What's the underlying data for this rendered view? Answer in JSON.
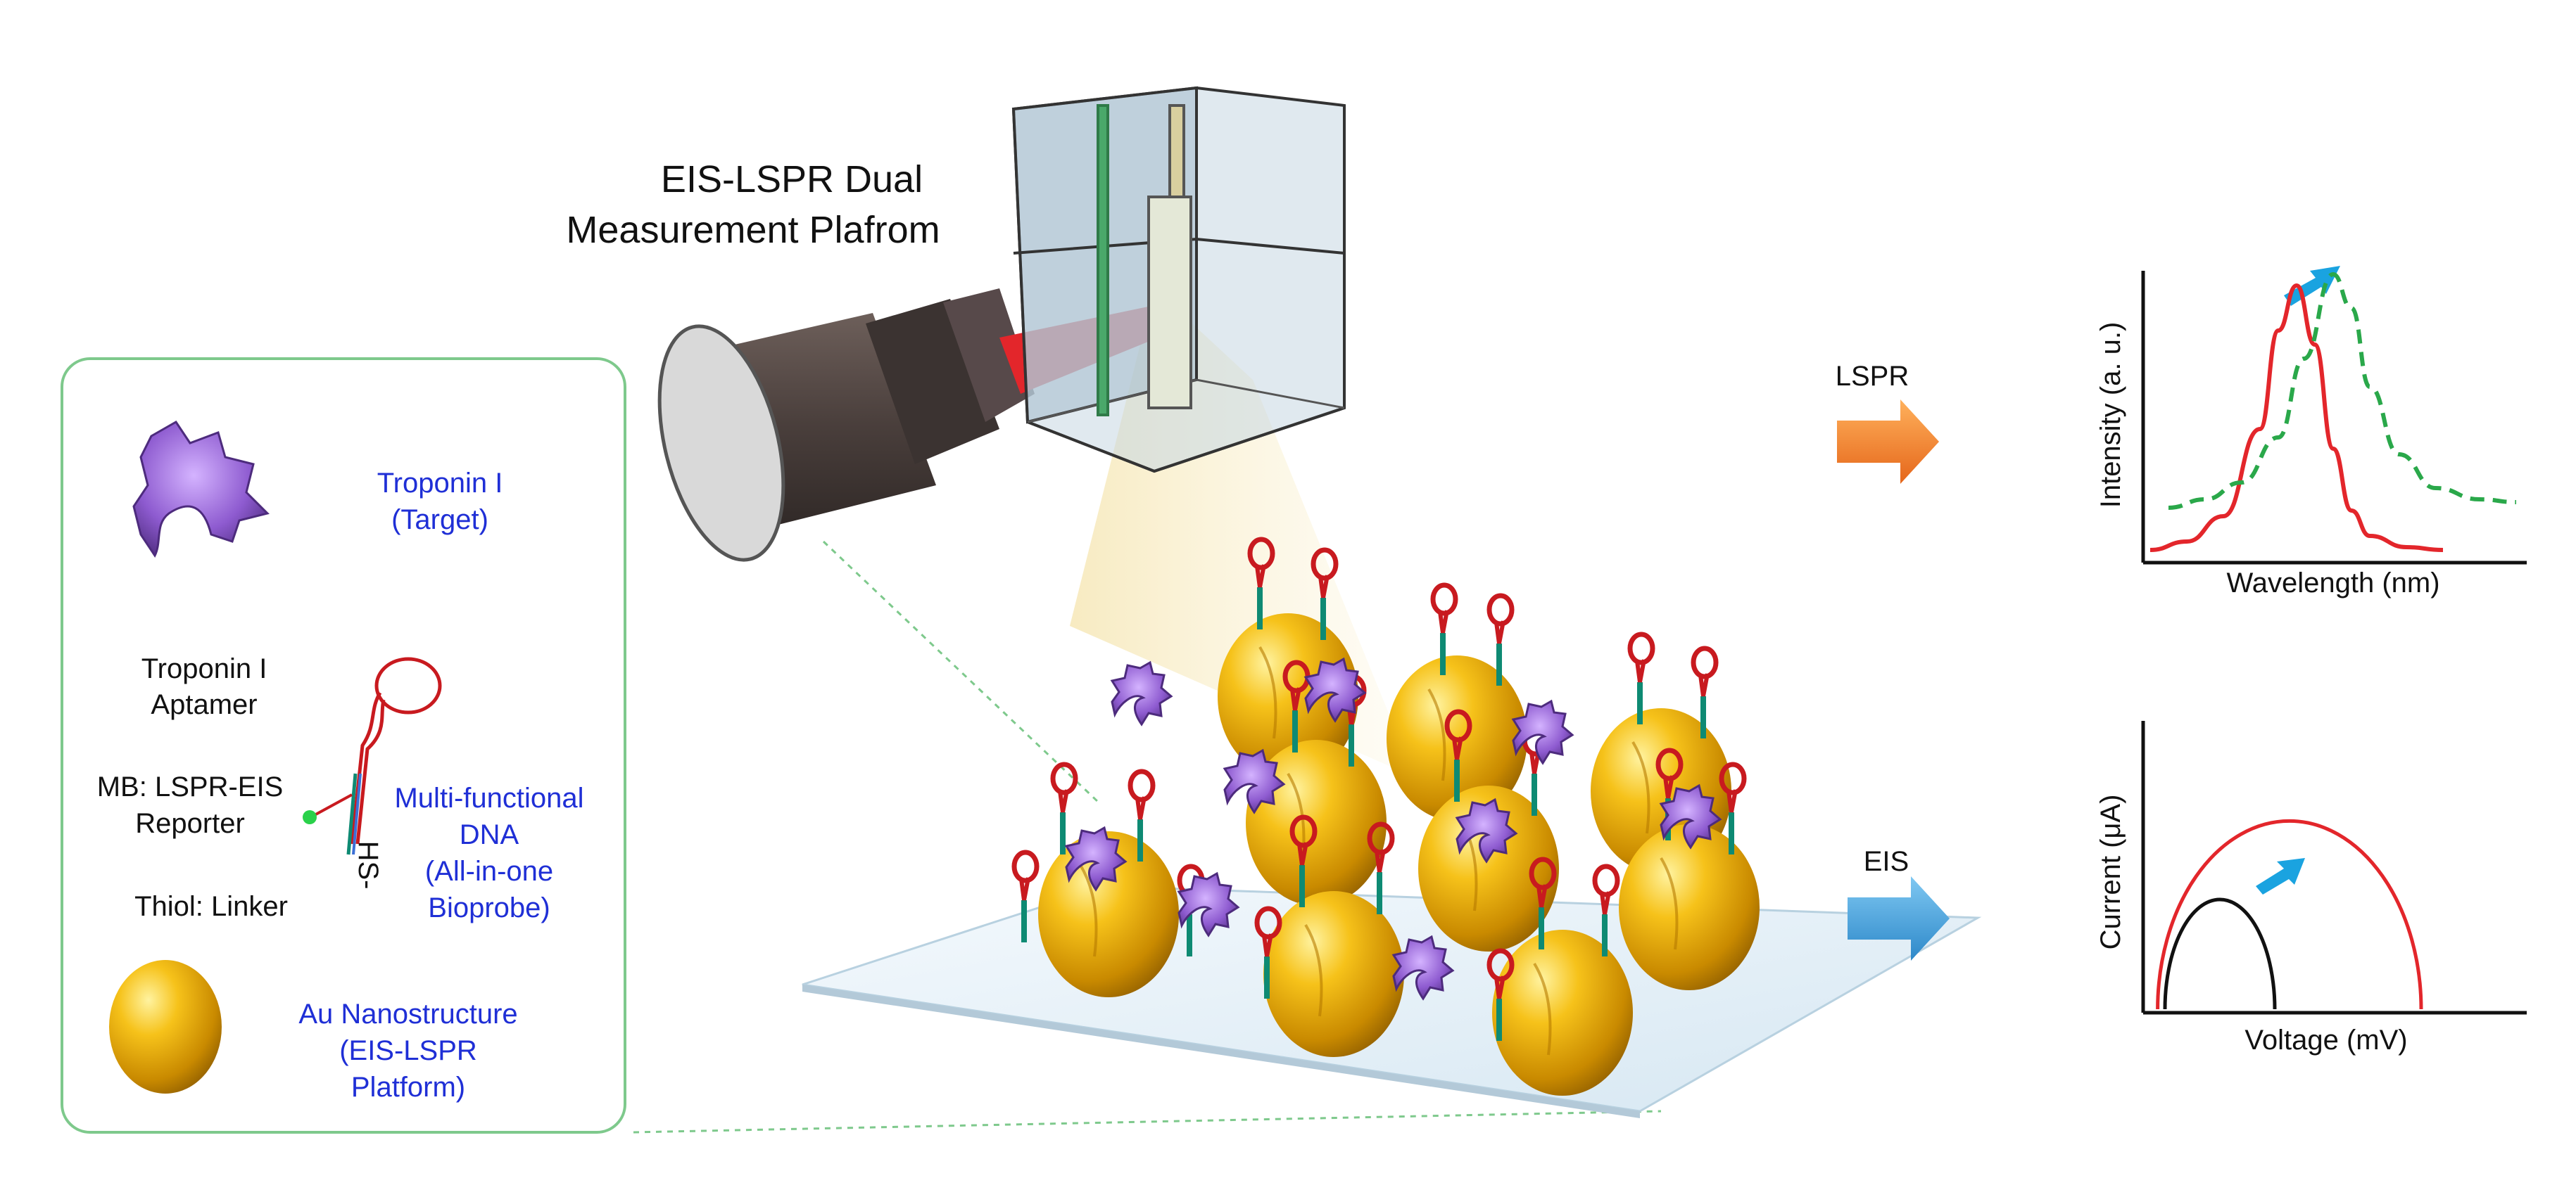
{
  "platform": {
    "title_line1": "EIS-LSPR Dual",
    "title_line2": "Measurement Plafrom"
  },
  "legend": {
    "troponin": {
      "line1": "Troponin I",
      "line2": "(Target)"
    },
    "aptamer": {
      "line1": "Troponin I",
      "line2": "Aptamer"
    },
    "reporter": {
      "line1": "MB: LSPR-EIS",
      "line2": "Reporter"
    },
    "thiol": {
      "label": "Thiol: Linker",
      "hs": "HS-"
    },
    "dna": {
      "line1": "Multi-functional",
      "line2": "DNA",
      "line3": "(All-in-one",
      "line4": "Bioprobe)"
    },
    "au": {
      "line1": "Au Nanostructure",
      "line2": "(EIS-LSPR",
      "line3": "Platform)"
    }
  },
  "arrows": {
    "lspr": "LSPR",
    "eis": "EIS"
  },
  "colors": {
    "blue_label": "#1f2fd6",
    "gold": "#f2b705",
    "purple": "#8e5bd0",
    "red": "#e3262b",
    "green_dash": "#2aa84a",
    "cyan_arrow": "#1aa3e0",
    "orange_arrow": "#ef7d22",
    "box_border": "#7ec98c"
  },
  "chart_data": [
    {
      "type": "line",
      "xlabel": "Wavelength (nm)",
      "ylabel": "Intensity (a. u.)",
      "series": [
        {
          "style": "solid",
          "color": "#e3262b",
          "x": [
            0.0,
            0.1,
            0.2,
            0.3,
            0.35,
            0.4,
            0.45,
            0.5,
            0.55,
            0.6,
            0.7,
            0.8
          ],
          "y": [
            0.02,
            0.05,
            0.14,
            0.45,
            0.8,
            0.96,
            0.75,
            0.38,
            0.16,
            0.07,
            0.03,
            0.02
          ]
        },
        {
          "style": "dashed",
          "color": "#2aa84a",
          "x": [
            0.05,
            0.15,
            0.25,
            0.35,
            0.42,
            0.5,
            0.55,
            0.6,
            0.68,
            0.78,
            0.9,
            1.0
          ],
          "y": [
            0.17,
            0.2,
            0.26,
            0.42,
            0.7,
            1.0,
            0.88,
            0.6,
            0.36,
            0.24,
            0.2,
            0.19
          ]
        }
      ]
    },
    {
      "type": "line",
      "xlabel": "Voltage (mV)",
      "ylabel": "Current (μA)",
      "series": [
        {
          "shape": "semicircle",
          "color": "#111111",
          "x_start": 0.05,
          "x_end": 0.35,
          "peak": 0.39
        },
        {
          "shape": "semicircle",
          "color": "#e3262b",
          "x_start": 0.03,
          "x_end": 0.75,
          "peak": 0.67
        }
      ]
    }
  ]
}
